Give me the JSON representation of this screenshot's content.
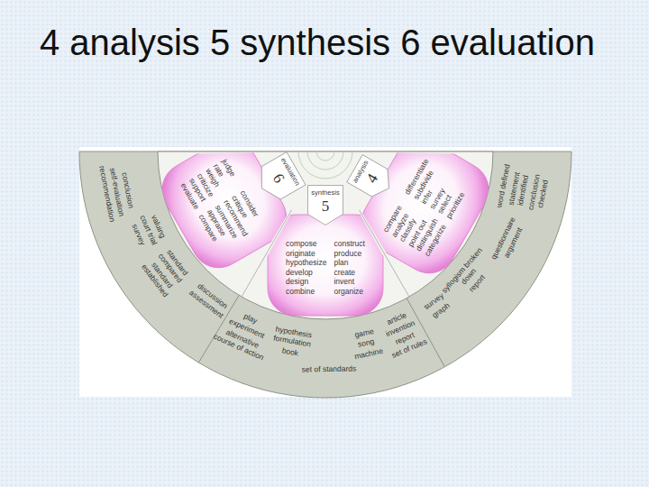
{
  "diagram": {
    "title": "4 analysis 5 synthesis 6 evaluation",
    "nodes": [
      {
        "text": [
          "evaluation",
          "6"
        ]
      },
      {
        "text": [
          "synthesis",
          "5"
        ]
      },
      {
        "text": [
          "analysis",
          "4"
        ]
      },
      {
        "text": [
          "judge",
          "rate",
          "weigh",
          "criticize",
          "support",
          "evaluate",
          "consider",
          "critique",
          "recommend",
          "summarize",
          "appraise",
          "compare"
        ]
      },
      {
        "text": [
          "compose",
          "originate",
          "hypothesize",
          "develop",
          "design",
          "combine",
          "construct",
          "produce",
          "plan",
          "create",
          "invent",
          "organize"
        ]
      },
      {
        "text": [
          "compare",
          "analyze",
          "classify",
          "point out",
          "distinguish",
          "categorize",
          "differentiate",
          "subdivide",
          "infer",
          "survey",
          "select",
          "prioritize"
        ]
      }
    ],
    "labels": [
      "word defined",
      "statement identified",
      "conclusion checked",
      "questionnaire",
      "argument",
      "syllogism broken down",
      "report",
      "survey",
      "graph",
      "article",
      "invention",
      "report",
      "set of rules",
      "game",
      "song",
      "machine",
      "set of standards",
      "hypothesis formulation",
      "book",
      "play",
      "experiment",
      "alternative course of action",
      "discussion",
      "assessment",
      "standard compared",
      "standard established",
      "valuing",
      "court trial",
      "survey",
      "conclusion",
      "self-evaluation",
      "recommendation"
    ]
  }
}
